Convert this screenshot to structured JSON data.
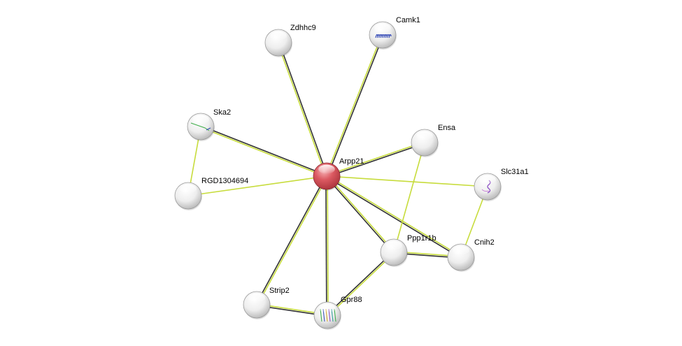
{
  "network": {
    "center": "Arpp21",
    "nodes": [
      {
        "id": "Arpp21",
        "label": "Arpp21",
        "color": "#d9545e",
        "icon": null
      },
      {
        "id": "Zdhhc9",
        "label": "Zdhhc9",
        "color": "#ffffff",
        "icon": null
      },
      {
        "id": "Camk1",
        "label": "Camk1",
        "color": "#ffffff",
        "icon": "protein-structure-icon"
      },
      {
        "id": "Ska2",
        "label": "Ska2",
        "color": "#ffffff",
        "icon": "protein-structure-icon"
      },
      {
        "id": "Ensa",
        "label": "Ensa",
        "color": "#ffffff",
        "icon": null
      },
      {
        "id": "RGD1304694",
        "label": "RGD1304694",
        "color": "#ffffff",
        "icon": null
      },
      {
        "id": "Slc31a1",
        "label": "Slc31a1",
        "color": "#ffffff",
        "icon": "protein-structure-icon"
      },
      {
        "id": "Ppp1r1b",
        "label": "Ppp1r1b",
        "color": "#ffffff",
        "icon": null
      },
      {
        "id": "Cnih2",
        "label": "Cnih2",
        "color": "#ffffff",
        "icon": null
      },
      {
        "id": "Strip2",
        "label": "Strip2",
        "color": "#ffffff",
        "icon": null
      },
      {
        "id": "Gpr88",
        "label": "Gpr88",
        "color": "#ffffff",
        "icon": "protein-structure-icon"
      }
    ],
    "edges": [
      {
        "source": "Arpp21",
        "target": "Zdhhc9",
        "evidence": [
          "textmining",
          "coexpression"
        ]
      },
      {
        "source": "Arpp21",
        "target": "Camk1",
        "evidence": [
          "textmining",
          "coexpression"
        ]
      },
      {
        "source": "Arpp21",
        "target": "Ska2",
        "evidence": [
          "textmining",
          "coexpression"
        ]
      },
      {
        "source": "Arpp21",
        "target": "Ensa",
        "evidence": [
          "textmining",
          "coexpression"
        ]
      },
      {
        "source": "Arpp21",
        "target": "RGD1304694",
        "evidence": [
          "textmining"
        ]
      },
      {
        "source": "Arpp21",
        "target": "Slc31a1",
        "evidence": [
          "textmining"
        ]
      },
      {
        "source": "Arpp21",
        "target": "Ppp1r1b",
        "evidence": [
          "textmining",
          "coexpression"
        ]
      },
      {
        "source": "Arpp21",
        "target": "Cnih2",
        "evidence": [
          "textmining",
          "coexpression"
        ]
      },
      {
        "source": "Arpp21",
        "target": "Strip2",
        "evidence": [
          "textmining",
          "coexpression"
        ]
      },
      {
        "source": "Arpp21",
        "target": "Gpr88",
        "evidence": [
          "textmining",
          "coexpression"
        ]
      },
      {
        "source": "Ska2",
        "target": "RGD1304694",
        "evidence": [
          "textmining"
        ]
      },
      {
        "source": "Ensa",
        "target": "Ppp1r1b",
        "evidence": [
          "textmining"
        ]
      },
      {
        "source": "Slc31a1",
        "target": "Cnih2",
        "evidence": [
          "textmining"
        ]
      },
      {
        "source": "Ppp1r1b",
        "target": "Cnih2",
        "evidence": [
          "textmining",
          "coexpression"
        ]
      },
      {
        "source": "Ppp1r1b",
        "target": "Gpr88",
        "evidence": [
          "textmining",
          "coexpression"
        ]
      },
      {
        "source": "Strip2",
        "target": "Gpr88",
        "evidence": [
          "textmining",
          "coexpression"
        ]
      }
    ],
    "evidence_colors": {
      "textmining": "#c7dc3c",
      "coexpression": "#333333"
    }
  }
}
